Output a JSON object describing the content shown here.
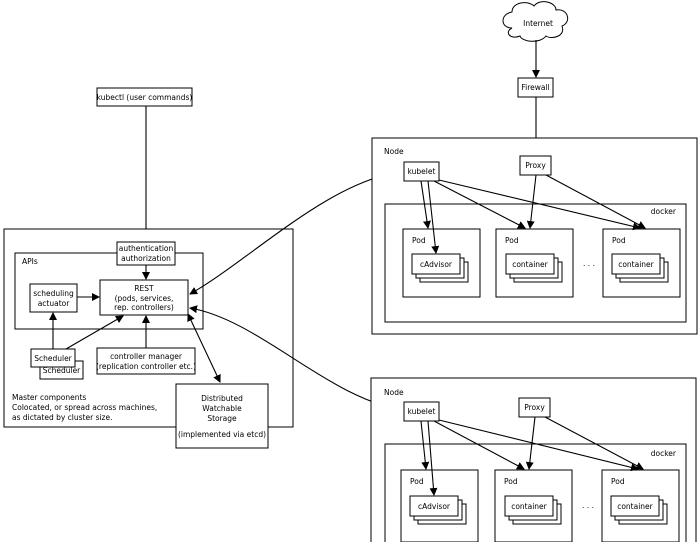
{
  "cloud": {
    "label": "Internet"
  },
  "firewall": {
    "label": "Firewall"
  },
  "kubectl": {
    "label": "kubectl (user commands)"
  },
  "master": {
    "auth": [
      "authentication",
      "authorization"
    ],
    "apis_label": "APIs",
    "rest": [
      "REST",
      "(pods, services,",
      "rep. controllers)"
    ],
    "scheduling": [
      "scheduling",
      "actuator"
    ],
    "scheduler": "Scheduler",
    "controller_manager": [
      "controller manager",
      "(replication controller etc.)"
    ],
    "caption": [
      "Master components",
      "Colocated, or spread across machines,",
      "as dictated by cluster size."
    ],
    "storage": [
      "Distributed",
      "Watchable",
      "Storage",
      "",
      "(implemented via etcd)"
    ]
  },
  "node1": {
    "label": "Node",
    "kubelet": "kubelet",
    "proxy": "Proxy",
    "docker": "docker",
    "pods": [
      {
        "label": "Pod",
        "content": "cAdvisor"
      },
      {
        "label": "Pod",
        "content": "container"
      },
      {
        "label": "Pod",
        "content": "container"
      }
    ],
    "ellipsis": ". . ."
  },
  "node2": {
    "label": "Node",
    "kubelet": "kubelet",
    "proxy": "Proxy",
    "docker": "docker",
    "pods": [
      {
        "label": "Pod",
        "content": "cAdvisor"
      },
      {
        "label": "Pod",
        "content": "container"
      },
      {
        "label": "Pod",
        "content": "container"
      }
    ],
    "ellipsis": ". . ."
  }
}
